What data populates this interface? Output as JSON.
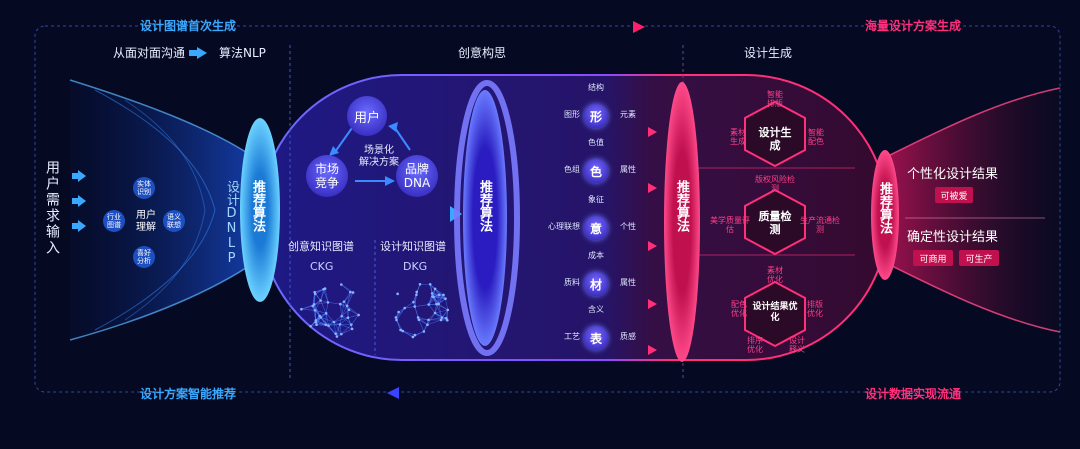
{
  "top_left_label": "设计图谱首次生成",
  "top_right_label": "海量设计方案生成",
  "bottom_left_label": "设计方案智能推荐",
  "bottom_right_label": "设计数据实现流通",
  "comm": {
    "face": "从面对面沟通",
    "nlp": "算法NLP"
  },
  "user_need": "用户需求输入",
  "nlp_items": {
    "entity": "实体识别",
    "industry": "行业图谱",
    "understand": "用户理解",
    "semantic": "语义联想",
    "preference": "喜好分析"
  },
  "dnlp": "设计DNLP",
  "rec_algo": "推荐算法",
  "section_creative": "创意构思",
  "section_design": "设计生成",
  "triangle": {
    "user": "用户",
    "market": "市场竞争",
    "brand": "品牌DNA",
    "center_line1": "场景化",
    "center_line2": "解决方案"
  },
  "graphs": {
    "ckg_title": "创意知识图谱",
    "ckg_abbr": "CKG",
    "dkg_title": "设计知识图谱",
    "dkg_abbr": "DKG"
  },
  "attributes": [
    {
      "top": "结构",
      "left": "图形",
      "center": "形",
      "right": "元素"
    },
    {
      "top": "色值",
      "left": "色组",
      "center": "色",
      "right": "属性"
    },
    {
      "top": "象征",
      "left": "心理联想",
      "center": "意",
      "right": "个性"
    },
    {
      "top": "成本",
      "left": "质料",
      "center": "材",
      "right": "属性"
    },
    {
      "top": "含义",
      "left": "工艺",
      "center": "表",
      "right": "质感"
    }
  ],
  "hex1": {
    "center": "设计生成",
    "top": "智能排版",
    "left": "素材生成",
    "right": "智能配色"
  },
  "hex2": {
    "center": "质量检测",
    "top": "版权风险检测",
    "left": "美学质量评估",
    "right": "生产流通检测"
  },
  "hex3": {
    "center": "设计结果优化",
    "top": "素材优化",
    "left": "配色优化",
    "right": "排版优化",
    "bottom_left": "排序优化",
    "bottom_right": "设计释义"
  },
  "results": {
    "personal": "个性化设计结果",
    "personal_tags": [
      "可被爱"
    ],
    "certain": "确定性设计结果",
    "certain_tags": [
      "可商用",
      "可生产"
    ]
  },
  "colors": {
    "cyan": "#3aa8ff",
    "pink": "#ff2f7a",
    "purple": "#5b3bff",
    "bg": "#050a22"
  }
}
